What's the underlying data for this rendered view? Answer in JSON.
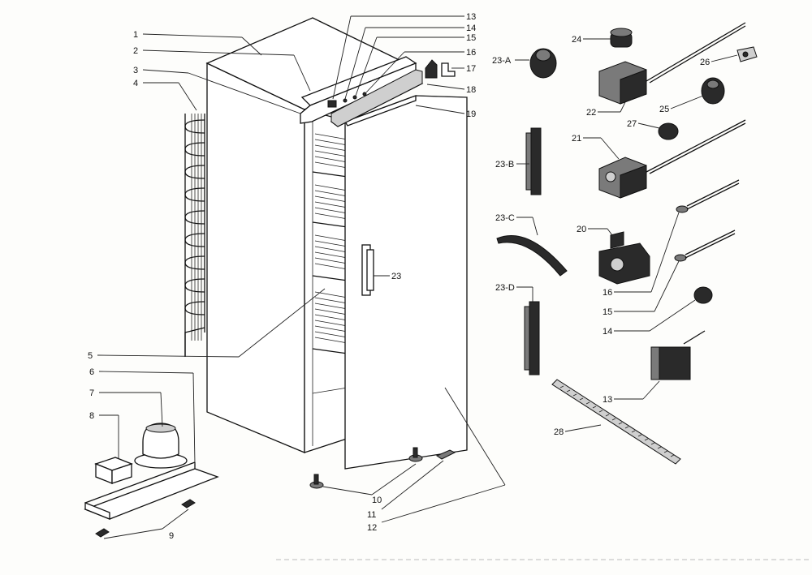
{
  "labels": [
    {
      "id": "1",
      "text": "1"
    },
    {
      "id": "2",
      "text": "2"
    },
    {
      "id": "3",
      "text": "3"
    },
    {
      "id": "4",
      "text": "4"
    },
    {
      "id": "5",
      "text": "5"
    },
    {
      "id": "6",
      "text": "6"
    },
    {
      "id": "7",
      "text": "7"
    },
    {
      "id": "8",
      "text": "8"
    },
    {
      "id": "9",
      "text": "9"
    },
    {
      "id": "10",
      "text": "10"
    },
    {
      "id": "11",
      "text": "11"
    },
    {
      "id": "12",
      "text": "12"
    },
    {
      "id": "13a",
      "text": "13"
    },
    {
      "id": "14a",
      "text": "14"
    },
    {
      "id": "15a",
      "text": "15"
    },
    {
      "id": "16a",
      "text": "16"
    },
    {
      "id": "17",
      "text": "17"
    },
    {
      "id": "18",
      "text": "18"
    },
    {
      "id": "19",
      "text": "19"
    },
    {
      "id": "23",
      "text": "23"
    },
    {
      "id": "23A",
      "text": "23-A"
    },
    {
      "id": "23B",
      "text": "23-B"
    },
    {
      "id": "23C",
      "text": "23-C"
    },
    {
      "id": "23D",
      "text": "23-D"
    },
    {
      "id": "24",
      "text": "24"
    },
    {
      "id": "25",
      "text": "25"
    },
    {
      "id": "26",
      "text": "26"
    },
    {
      "id": "27",
      "text": "27"
    },
    {
      "id": "22",
      "text": "22"
    },
    {
      "id": "21",
      "text": "21"
    },
    {
      "id": "20",
      "text": "20"
    },
    {
      "id": "16b",
      "text": "16"
    },
    {
      "id": "15b",
      "text": "15"
    },
    {
      "id": "14b",
      "text": "14"
    },
    {
      "id": "13b",
      "text": "13"
    },
    {
      "id": "28",
      "text": "28"
    }
  ]
}
